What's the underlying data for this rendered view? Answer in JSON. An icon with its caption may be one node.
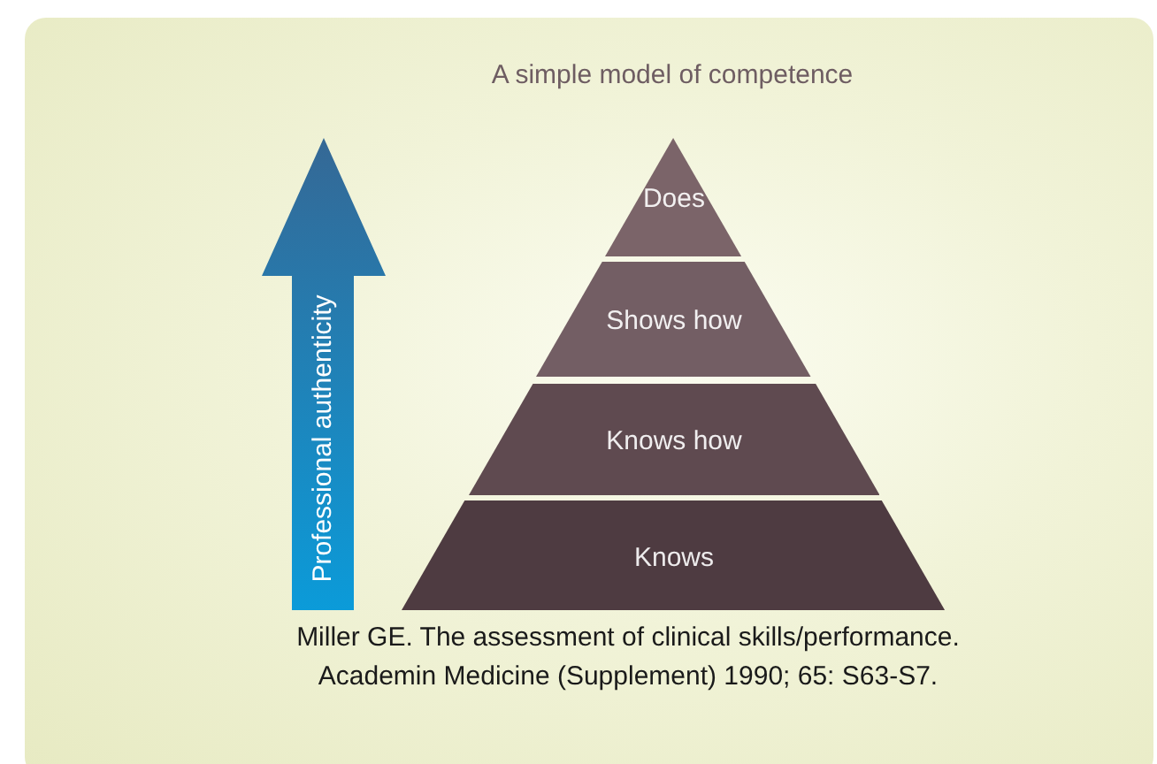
{
  "diagram": {
    "title": "A simple model of competence",
    "caption": "Miller GE. The assessment of clinical skills/performance. Academin Medicine (Supplement) 1990; 65: S63-S7.",
    "nodes": [
      {
        "text": [
          "Professional authenticity"
        ]
      },
      {
        "text": [
          "Does"
        ]
      },
      {
        "text": [
          "Shows how"
        ]
      },
      {
        "text": [
          "Knows how"
        ]
      },
      {
        "text": [
          "Knows"
        ]
      }
    ]
  }
}
